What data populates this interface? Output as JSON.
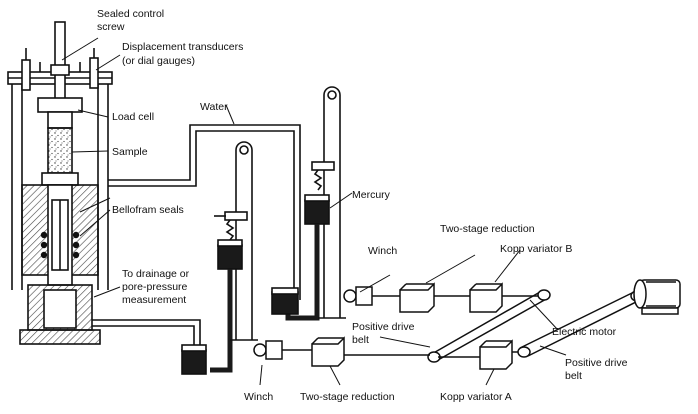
{
  "labels": {
    "sealed_control_screw": [
      "Sealed control",
      "screw"
    ],
    "displacement_transducers": [
      "Displacement transducers",
      "(or dial gauges)"
    ],
    "load_cell": "Load cell",
    "sample": "Sample",
    "bellofram_seals": "Bellofram seals",
    "drainage": [
      "To drainage or",
      "pore-pressure",
      "measurement"
    ],
    "water": "Water",
    "mercury": "Mercury",
    "winch_upper": "Winch",
    "winch_lower": "Winch",
    "two_stage_upper": "Two-stage reduction",
    "two_stage_lower": "Two-stage reduction",
    "kopp_b": "Kopp variator B",
    "kopp_a": "Kopp variator A",
    "positive_drive_belt_left": [
      "Positive drive",
      "belt"
    ],
    "positive_drive_belt_right": [
      "Positive drive",
      "belt"
    ],
    "electric_motor": "Electric motor"
  },
  "colors": {
    "ink": "#111111",
    "paper": "#ffffff",
    "fill_dark": "#1a1a1a",
    "hatch": "#555555"
  }
}
